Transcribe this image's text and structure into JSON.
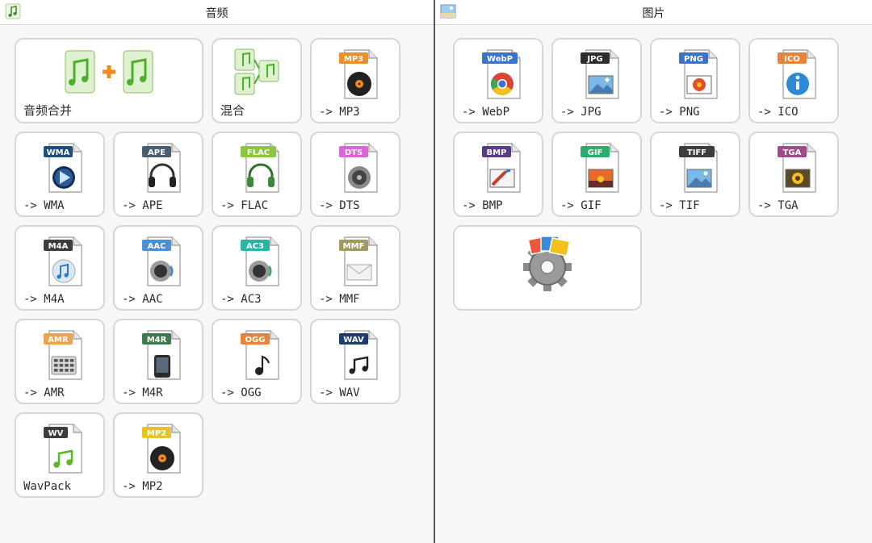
{
  "audio": {
    "title": "音频",
    "merge": {
      "label": "音频合并"
    },
    "mix": {
      "label": "混合"
    },
    "formats": [
      {
        "tag": "MP3",
        "label": "-> MP3",
        "color": "#e8902a",
        "icon": "vinyl-icon"
      },
      {
        "tag": "WMA",
        "label": "-> WMA",
        "color": "#1f4f7f",
        "icon": "windows-media-icon"
      },
      {
        "tag": "APE",
        "label": "-> APE",
        "color": "#4a5c73",
        "icon": "headphones-icon"
      },
      {
        "tag": "FLAC",
        "label": "-> FLAC",
        "color": "#8cc63f",
        "icon": "headphones-green-icon"
      },
      {
        "tag": "DTS",
        "label": "-> DTS",
        "color": "#d966d6",
        "icon": "speaker-icon"
      },
      {
        "tag": "M4A",
        "label": "-> M4A",
        "color": "#3d3d3d",
        "icon": "itunes-icon"
      },
      {
        "tag": "AAC",
        "label": "-> AAC",
        "color": "#4a8fd8",
        "icon": "speaker-blue-icon"
      },
      {
        "tag": "AC3",
        "label": "-> AC3",
        "color": "#2bb3a8",
        "icon": "speaker-green-icon"
      },
      {
        "tag": "MMF",
        "label": "-> MMF",
        "color": "#a09a5e",
        "icon": "envelope-icon"
      },
      {
        "tag": "AMR",
        "label": "-> AMR",
        "color": "#f0a24a",
        "icon": "keypad-icon"
      },
      {
        "tag": "M4R",
        "label": "-> M4R",
        "color": "#3d7a4f",
        "icon": "phone-icon"
      },
      {
        "tag": "OGG",
        "label": "-> OGG",
        "color": "#e8833a",
        "icon": "music-note-icon"
      },
      {
        "tag": "WAV",
        "label": "-> WAV",
        "color": "#1f3d6a",
        "icon": "music-notes-icon"
      },
      {
        "tag": "WV",
        "label": "WavPack",
        "color": "#3d3d3d",
        "icon": "green-notes-icon"
      },
      {
        "tag": "MP2",
        "label": "-> MP2",
        "color": "#e8c22a",
        "icon": "vinyl-icon"
      }
    ]
  },
  "image": {
    "title": "图片",
    "formats": [
      {
        "tag": "WebP",
        "label": "-> WebP",
        "color": "#3a73c8",
        "icon": "chrome-icon"
      },
      {
        "tag": "JPG",
        "label": "-> JPG",
        "color": "#2d2d2d",
        "icon": "landscape-icon"
      },
      {
        "tag": "PNG",
        "label": "-> PNG",
        "color": "#3a73c8",
        "icon": "flower-icon"
      },
      {
        "tag": "ICO",
        "label": "-> ICO",
        "color": "#e8833a",
        "icon": "info-icon"
      },
      {
        "tag": "BMP",
        "label": "-> BMP",
        "color": "#5a3a8a",
        "icon": "paint-icon"
      },
      {
        "tag": "GIF",
        "label": "-> GIF",
        "color": "#2eaa6a",
        "icon": "sunset-icon"
      },
      {
        "tag": "TIFF",
        "label": "-> TIF",
        "color": "#3d3d3d",
        "icon": "landscape-icon"
      },
      {
        "tag": "TGA",
        "label": "-> TGA",
        "color": "#a04a8a",
        "icon": "sunflower-icon"
      }
    ]
  }
}
